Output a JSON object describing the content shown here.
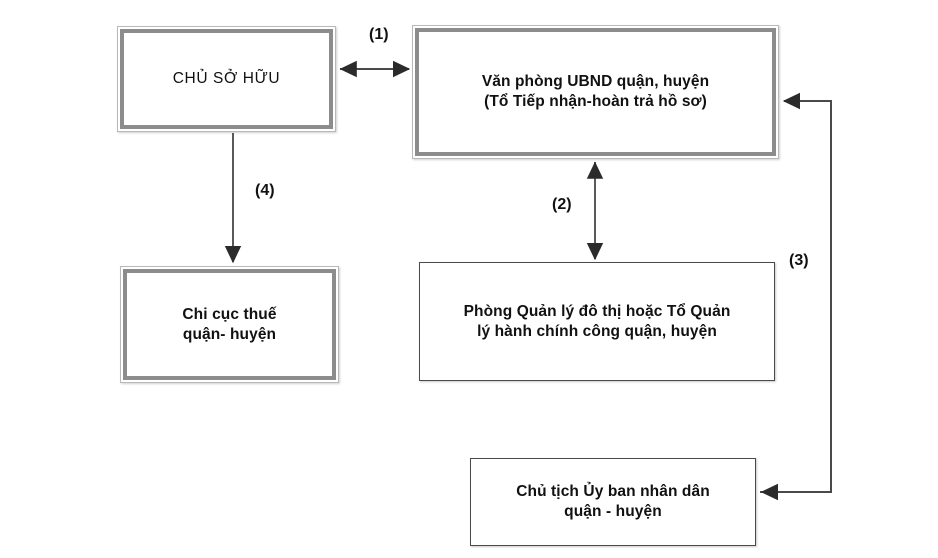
{
  "diagram": {
    "title": "Quy trinh tiep nhan ho so",
    "background_color": "#ffffff",
    "line_color": "#3f3f3f",
    "frame_outer_color": "#b9b9b9",
    "frame_inner_color": "#8c8c8c",
    "text_color": "#111111"
  },
  "nodes": [
    {
      "id": "chu-so-huu",
      "label": "CHỦ SỞ HỮU",
      "style": "double",
      "weight": "plain"
    },
    {
      "id": "van-phong-ubnd",
      "label": "Văn phòng UBND quận, huyện\n(Tổ Tiếp nhận-hoàn trả hồ sơ)",
      "style": "double",
      "weight": "bold"
    },
    {
      "id": "chi-cuc-thue",
      "label": "Chi cục thuế\nquận- huyện",
      "style": "double",
      "weight": "bold"
    },
    {
      "id": "phong-quan-ly",
      "label": "Phòng Quản lý đô thị hoặc Tổ Quản\nlý hành chính công quận, huyện",
      "style": "single",
      "weight": "bold"
    },
    {
      "id": "chu-tich-ubnd",
      "label": "Chủ tịch Ủy ban nhân dân\nquận - huyện",
      "style": "single",
      "weight": "bold"
    }
  ],
  "edges": [
    {
      "id": "edge-1",
      "label": "(1)",
      "from": "chu-so-huu",
      "to": "van-phong-ubnd",
      "direction": "bidirectional",
      "orientation": "horizontal"
    },
    {
      "id": "edge-2",
      "label": "(2)",
      "from": "van-phong-ubnd",
      "to": "phong-quan-ly",
      "direction": "bidirectional",
      "orientation": "vertical"
    },
    {
      "id": "edge-3",
      "label": "(3)",
      "from": "phong-quan-ly",
      "to": "chu-tich-ubnd",
      "direction": "routed",
      "orientation": "vertical"
    },
    {
      "id": "edge-4",
      "label": "(4)",
      "from": "chu-so-huu",
      "to": "chi-cuc-thue",
      "direction": "downward",
      "orientation": "vertical"
    }
  ]
}
